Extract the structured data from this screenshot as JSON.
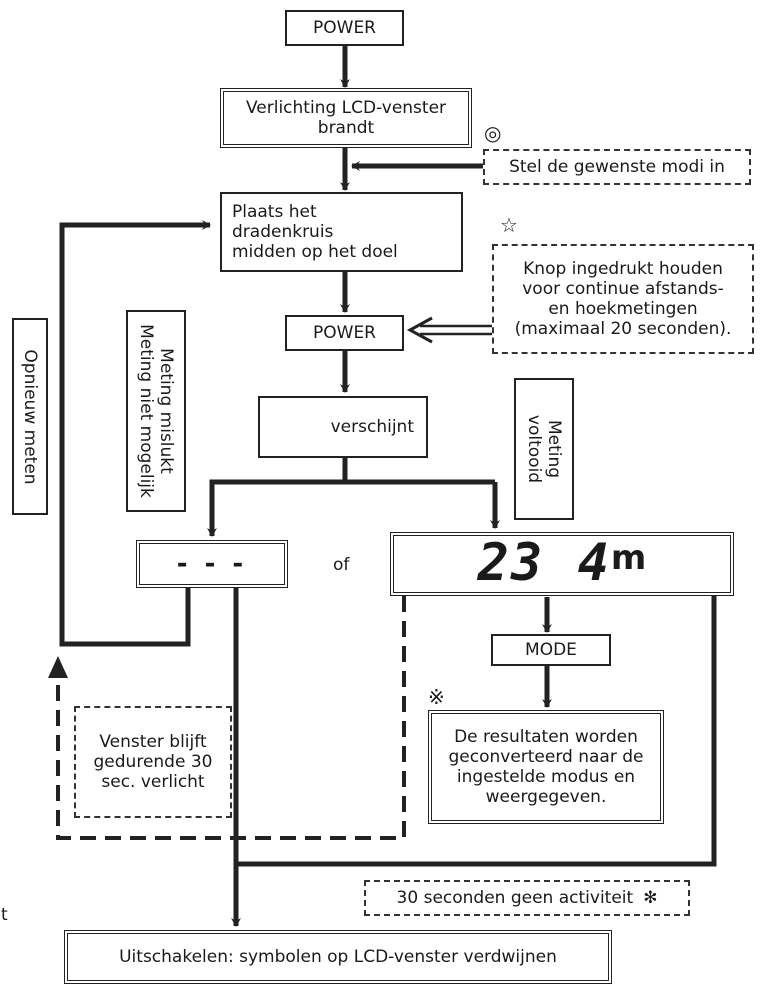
{
  "nodes": {
    "power_top": "POWER",
    "lcd_line1": "Verlichting LCD-venster",
    "lcd_line2": "brandt",
    "set_modes": "Stel de gewenste modi in",
    "place_line1": "Plaats het",
    "place_line2": "dradenkruis",
    "place_line3": "midden op het doel",
    "hold_line1": "Knop ingedrukt houden",
    "hold_line2": "voor continue afstands-",
    "hold_line3": "en hoekmetingen",
    "hold_line4": "(maximaal 20 seconden).",
    "power_mid": "POWER",
    "appears": "verschijnt",
    "failed": "Meting mislukt\nMeting niet mogelijk",
    "done": "Meting\nvoltooid",
    "remeasure": "Opnieuw meten",
    "dashes": "- - -",
    "or": "of",
    "reading_value": "23 4",
    "reading_unit": "m",
    "mode": "MODE",
    "result_line1": "De resultaten worden",
    "result_line2": "geconverteerd naar de",
    "result_line3": "ingestelde modus en",
    "result_line4": "weergegeven.",
    "window_line1": "Venster blijft",
    "window_line2": "gedurende 30",
    "window_line3": "sec. verlicht",
    "inactivity": "30 seconden geen activiteit",
    "off": "Uitschakelen: symbolen op LCD-venster verdwijnen",
    "stray": "t"
  },
  "symbols": {
    "double_circle": "◎",
    "star": "☆",
    "reference_mark": "※",
    "asterisk": "✻"
  }
}
